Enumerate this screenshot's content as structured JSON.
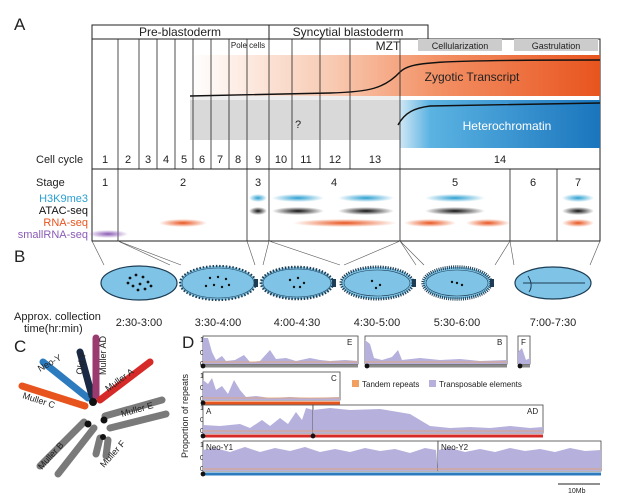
{
  "panels": {
    "a": "A",
    "b": "B",
    "c": "C",
    "d": "D"
  },
  "panel_a": {
    "pre_blastoderm": "Pre-blastoderm",
    "syncytial_blastoderm": "Syncytial blastoderm",
    "pole_cells": "Pole cells",
    "mzt": "MZT",
    "cellularization": "Cellularization",
    "gastrulation": "Gastrulation",
    "zygotic_transcript": "Zygotic Transcript",
    "heterochromatin": "Heterochromatin",
    "question": "?",
    "cell_cycle_label": "Cell cycle",
    "cell_cycles": [
      "1",
      "2",
      "3",
      "4",
      "5",
      "6",
      "7",
      "8",
      "9",
      "10",
      "11",
      "12",
      "13",
      "14"
    ],
    "stage_label": "Stage",
    "stages": [
      "1",
      "2",
      "3",
      "4",
      "5",
      "6",
      "7"
    ],
    "tracks": [
      {
        "label": "H3K9me3",
        "color": "#2b9fd1"
      },
      {
        "label": "ATAC-seq",
        "color": "#111111"
      },
      {
        "label": "RNA-seq",
        "color": "#e8541e"
      },
      {
        "label": "smallRNA-seq",
        "color": "#8b5bb5"
      }
    ]
  },
  "panel_b": {
    "collection_label_line1": "Approx. collection",
    "collection_label_line2": "time(hr:min)",
    "times": [
      "2:30-3:00",
      "3:30-4:00",
      "4:00-4:30",
      "4:30-5:00",
      "5:30-6:00",
      "7:00-7:30"
    ],
    "embryo_color": "#7fc4e6"
  },
  "panel_c": {
    "arms": [
      "Neo-Y",
      "Old Y",
      "Muller AD",
      "Muller A",
      "Muller C",
      "Muller E",
      "Muller B",
      "Muller F"
    ]
  },
  "panel_d": {
    "ylabel": "Proportion of repeats",
    "legend_tandem": "Tandem repeats",
    "legend_te": "Transposable elements",
    "tandem_color": "#f0a060",
    "te_color": "#b5b0dc",
    "y_ticks": [
      "1",
      "0.5",
      "0"
    ],
    "chrom_labels": [
      "E",
      "B",
      "F",
      "C",
      "A",
      "AD",
      "Neo-Y1",
      "Neo-Y2"
    ],
    "scale_bar": "10Mb",
    "colors": {
      "grey": "#8a8a8a",
      "orange": "#e8541e",
      "red": "#d62a28",
      "blue": "#2c7bbf"
    }
  }
}
